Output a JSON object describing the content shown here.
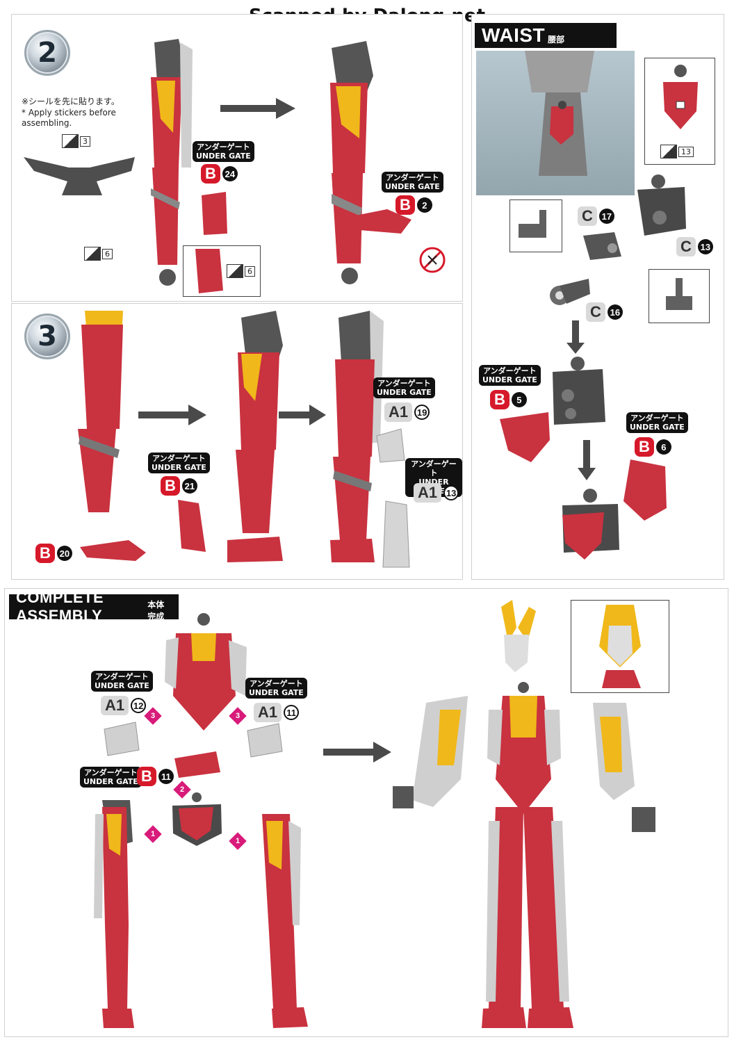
{
  "watermark": "Scanned by Dalong.net",
  "step2": {
    "number": "2",
    "sticker_note_jp": "※シールを先に貼ります。",
    "sticker_note_en": "* Apply stickers before assembling.",
    "sticker_refs": [
      "3",
      "6",
      "6"
    ],
    "gate_jp": "アンダーゲート",
    "gate_en": "UNDER GATE",
    "part_b24": {
      "letter": "B",
      "num": "24"
    },
    "part_b2": {
      "letter": "B",
      "num": "2"
    }
  },
  "step3": {
    "number": "3",
    "gate_jp": "アンダーゲート",
    "gate_en": "UNDER GATE",
    "part_a19": {
      "letter": "A1",
      "num": "19"
    },
    "part_b21": {
      "letter": "B",
      "num": "21"
    },
    "part_a13": {
      "letter": "A1",
      "num": "13"
    },
    "part_b20": {
      "letter": "B",
      "num": "20"
    }
  },
  "waist": {
    "title_en": "WAIST",
    "title_jp": "腰部",
    "sticker_ref": "13",
    "gate_jp": "アンダーゲート",
    "gate_en": "UNDER GATE",
    "part_c17": {
      "letter": "C",
      "num": "17"
    },
    "part_c13": {
      "letter": "C",
      "num": "13"
    },
    "part_c16": {
      "letter": "C",
      "num": "16"
    },
    "part_b5": {
      "letter": "B",
      "num": "5"
    },
    "part_b6": {
      "letter": "B",
      "num": "6"
    }
  },
  "complete": {
    "title_en": "COMPLETE ASSEMBLY",
    "title_jp": "本体完成",
    "gate_jp": "アンダーゲート",
    "gate_en": "UNDER GATE",
    "part_a12": {
      "letter": "A1",
      "num": "12"
    },
    "part_a11": {
      "letter": "A1",
      "num": "11"
    },
    "part_b11": {
      "letter": "B",
      "num": "11"
    },
    "order_marks": [
      "1",
      "2",
      "3"
    ]
  },
  "colors": {
    "red": "#c9323f",
    "yellow": "#f0b81a",
    "grey": "#5c5c5c",
    "light_grey": "#cfcfcf",
    "accent_red": "#d6192a",
    "magenta": "#d81b7a"
  }
}
